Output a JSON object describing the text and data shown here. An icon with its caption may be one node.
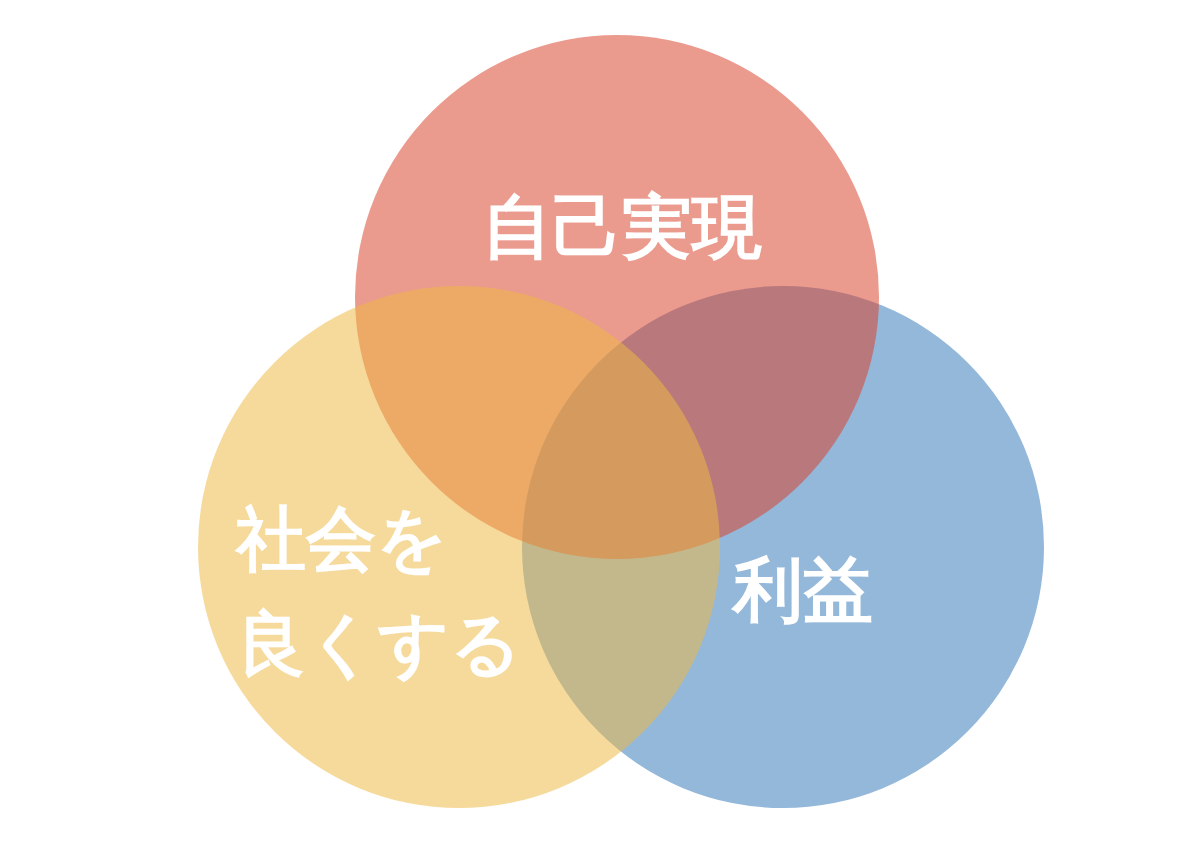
{
  "diagram": {
    "nodes": [
      {
        "text": [
          "自己実現"
        ]
      },
      {
        "text": [
          "社会を良くする"
        ]
      },
      {
        "text": [
          "利益"
        ]
      }
    ],
    "edges": []
  }
}
